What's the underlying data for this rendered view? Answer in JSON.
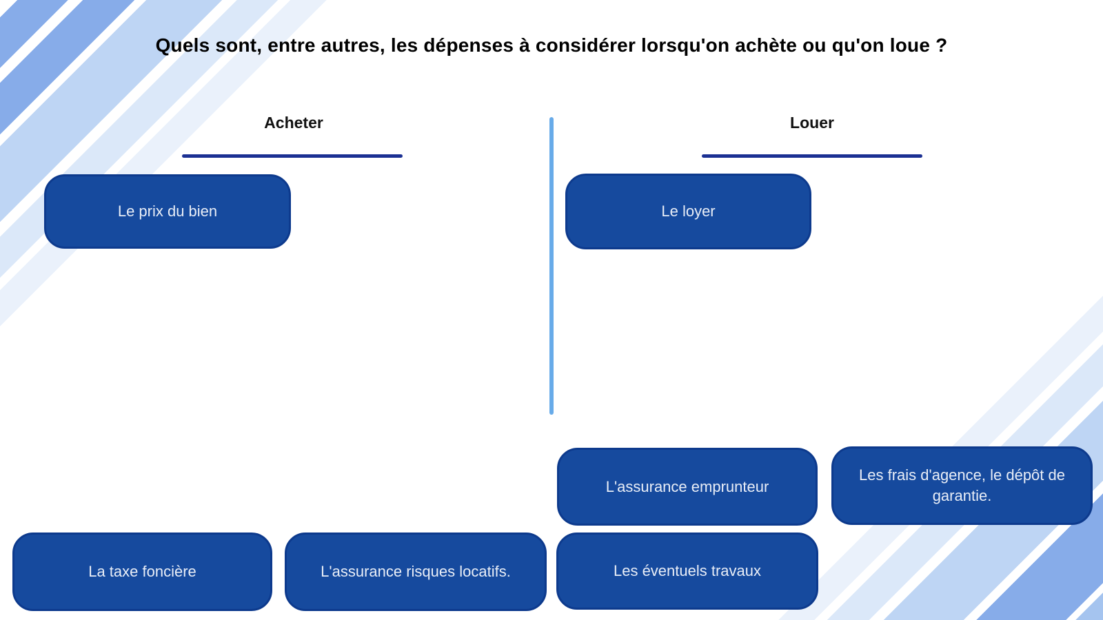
{
  "question": {
    "title": "Quels sont, entre autres, les dépenses à considérer lorsqu'on achète ou qu'on loue ?"
  },
  "columns": [
    {
      "label": "Acheter"
    },
    {
      "label": "Louer"
    }
  ],
  "cards": {
    "acheter_column": [
      {
        "label": "Le prix du bien"
      }
    ],
    "louer_column": [
      {
        "label": "Le loyer"
      }
    ],
    "unsorted": [
      {
        "label": "L'assurance emprunteur"
      },
      {
        "label": "Les frais d'agence, le dépôt de garantie."
      },
      {
        "label": "La taxe foncière"
      },
      {
        "label": "L'assurance risques locatifs."
      },
      {
        "label": "Les éventuels travaux"
      }
    ]
  },
  "colors": {
    "title_text": "#000000",
    "card_fill": "#164a9e",
    "card_border": "#0d3a8d",
    "card_text": "#e9eef7",
    "column_underline": "#1b3093",
    "divider": "#68abe9",
    "stripe_strong": "#87ace9",
    "stripe_medium": "#bed5f4",
    "stripe_light": "#dbe8f9",
    "stripe_faint": "#eaf1fb",
    "stripe_corner": "#a5c4ef"
  }
}
